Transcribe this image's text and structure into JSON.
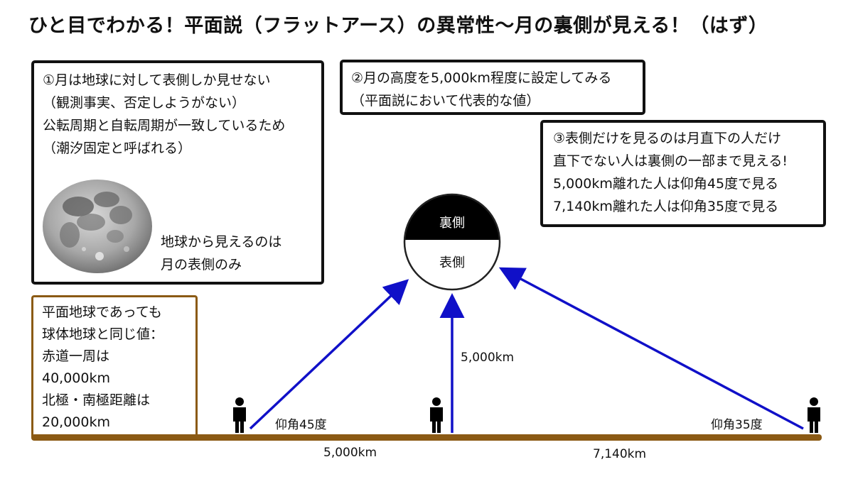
{
  "title": "ひと目でわかる！平面説（フラットアース）の異常性〜月の裏側が見える！（はず）",
  "box1": {
    "lines": [
      "①月は地球に対して表側しか見せない",
      "（観測事実、否定しようがない）",
      "公転周期と自転周期が一致しているため",
      "（潮汐固定と呼ばれる）"
    ],
    "moon_caption": [
      "地球から見えるのは",
      "月の表側のみ"
    ]
  },
  "box2": {
    "lines": [
      "②月の高度を5,000km程度に設定してみる",
      "（平面説において代表的な値）"
    ]
  },
  "box3": {
    "lines": [
      "③表側だけを見るのは月直下の人だけ",
      "直下でない人は裏側の一部まで見える!",
      "5,000km離れた人は仰角45度で見る",
      "7,140km離れた人は仰角35度で見る"
    ]
  },
  "box4": {
    "lines": [
      "平面地球であっても",
      "球体地球と同じ値：",
      "赤道一周は",
      "40,000km",
      "北極・南極距離は",
      "20,000km"
    ]
  },
  "moon_diagram": {
    "far_side_label": "裏側",
    "near_side_label": "表側"
  },
  "labels": {
    "altitude": "5,000km",
    "angle_left": "仰角45度",
    "angle_right": "仰角35度",
    "dist_left": "5,000km",
    "dist_right": "7,140km"
  },
  "colors": {
    "arrow": "#1010c8",
    "ground": "#8b5a14",
    "box4_border": "#8b5a14"
  }
}
